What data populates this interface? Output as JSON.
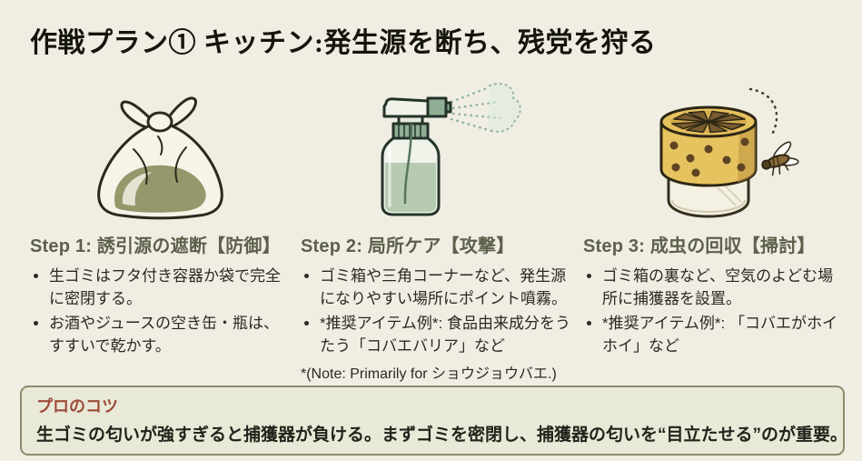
{
  "title": "作戦プラン① キッチン:発生源を断ち、残党を狩る",
  "colors": {
    "page_background": "#f0ede3",
    "step_heading": "#5d604b",
    "body_text": "#2a2a22",
    "tip_heading": "#9e4a38",
    "tip_box_background": "#e9e9d7",
    "tip_box_border": "#8c8c6d",
    "trap_yellow": "#e7c35f",
    "spray_green": "#8fae94",
    "bag_olive": "#8d8d5e"
  },
  "steps": [
    {
      "icon": "garbage-bag-icon",
      "heading": "Step 1: 誘引源の遮断【防御】",
      "bullets": [
        "生ゴミはフタ付き容器か袋で完全に密閉する。",
        "お酒やジュースの空き缶・瓶は、すすいで乾かす。"
      ]
    },
    {
      "icon": "spray-bottle-icon",
      "heading": "Step 2: 局所ケア【攻撃】",
      "bullets": [
        "ゴミ箱や三角コーナーなど、発生源になりやすい場所にポイント噴霧。",
        "*推奨アイテム例*: 食品由来成分をうたう「コバエバリア」など"
      ],
      "note": "*(Note: Primarily for ショウジョウバエ.)"
    },
    {
      "icon": "fly-trap-icon",
      "heading": "Step 3: 成虫の回収【掃討】",
      "bullets": [
        "ゴミ箱の裏など、空気のよどむ場所に捕獲器を設置。",
        "*推奨アイテム例*: 「コバエがホイホイ」など"
      ]
    }
  ],
  "pro_tip": {
    "heading": "プロのコツ",
    "body": "生ゴミの匂いが強すぎると捕獲器が負ける。まずゴミを密閉し、捕獲器の匂いを“目立たせる”のが重要。"
  }
}
